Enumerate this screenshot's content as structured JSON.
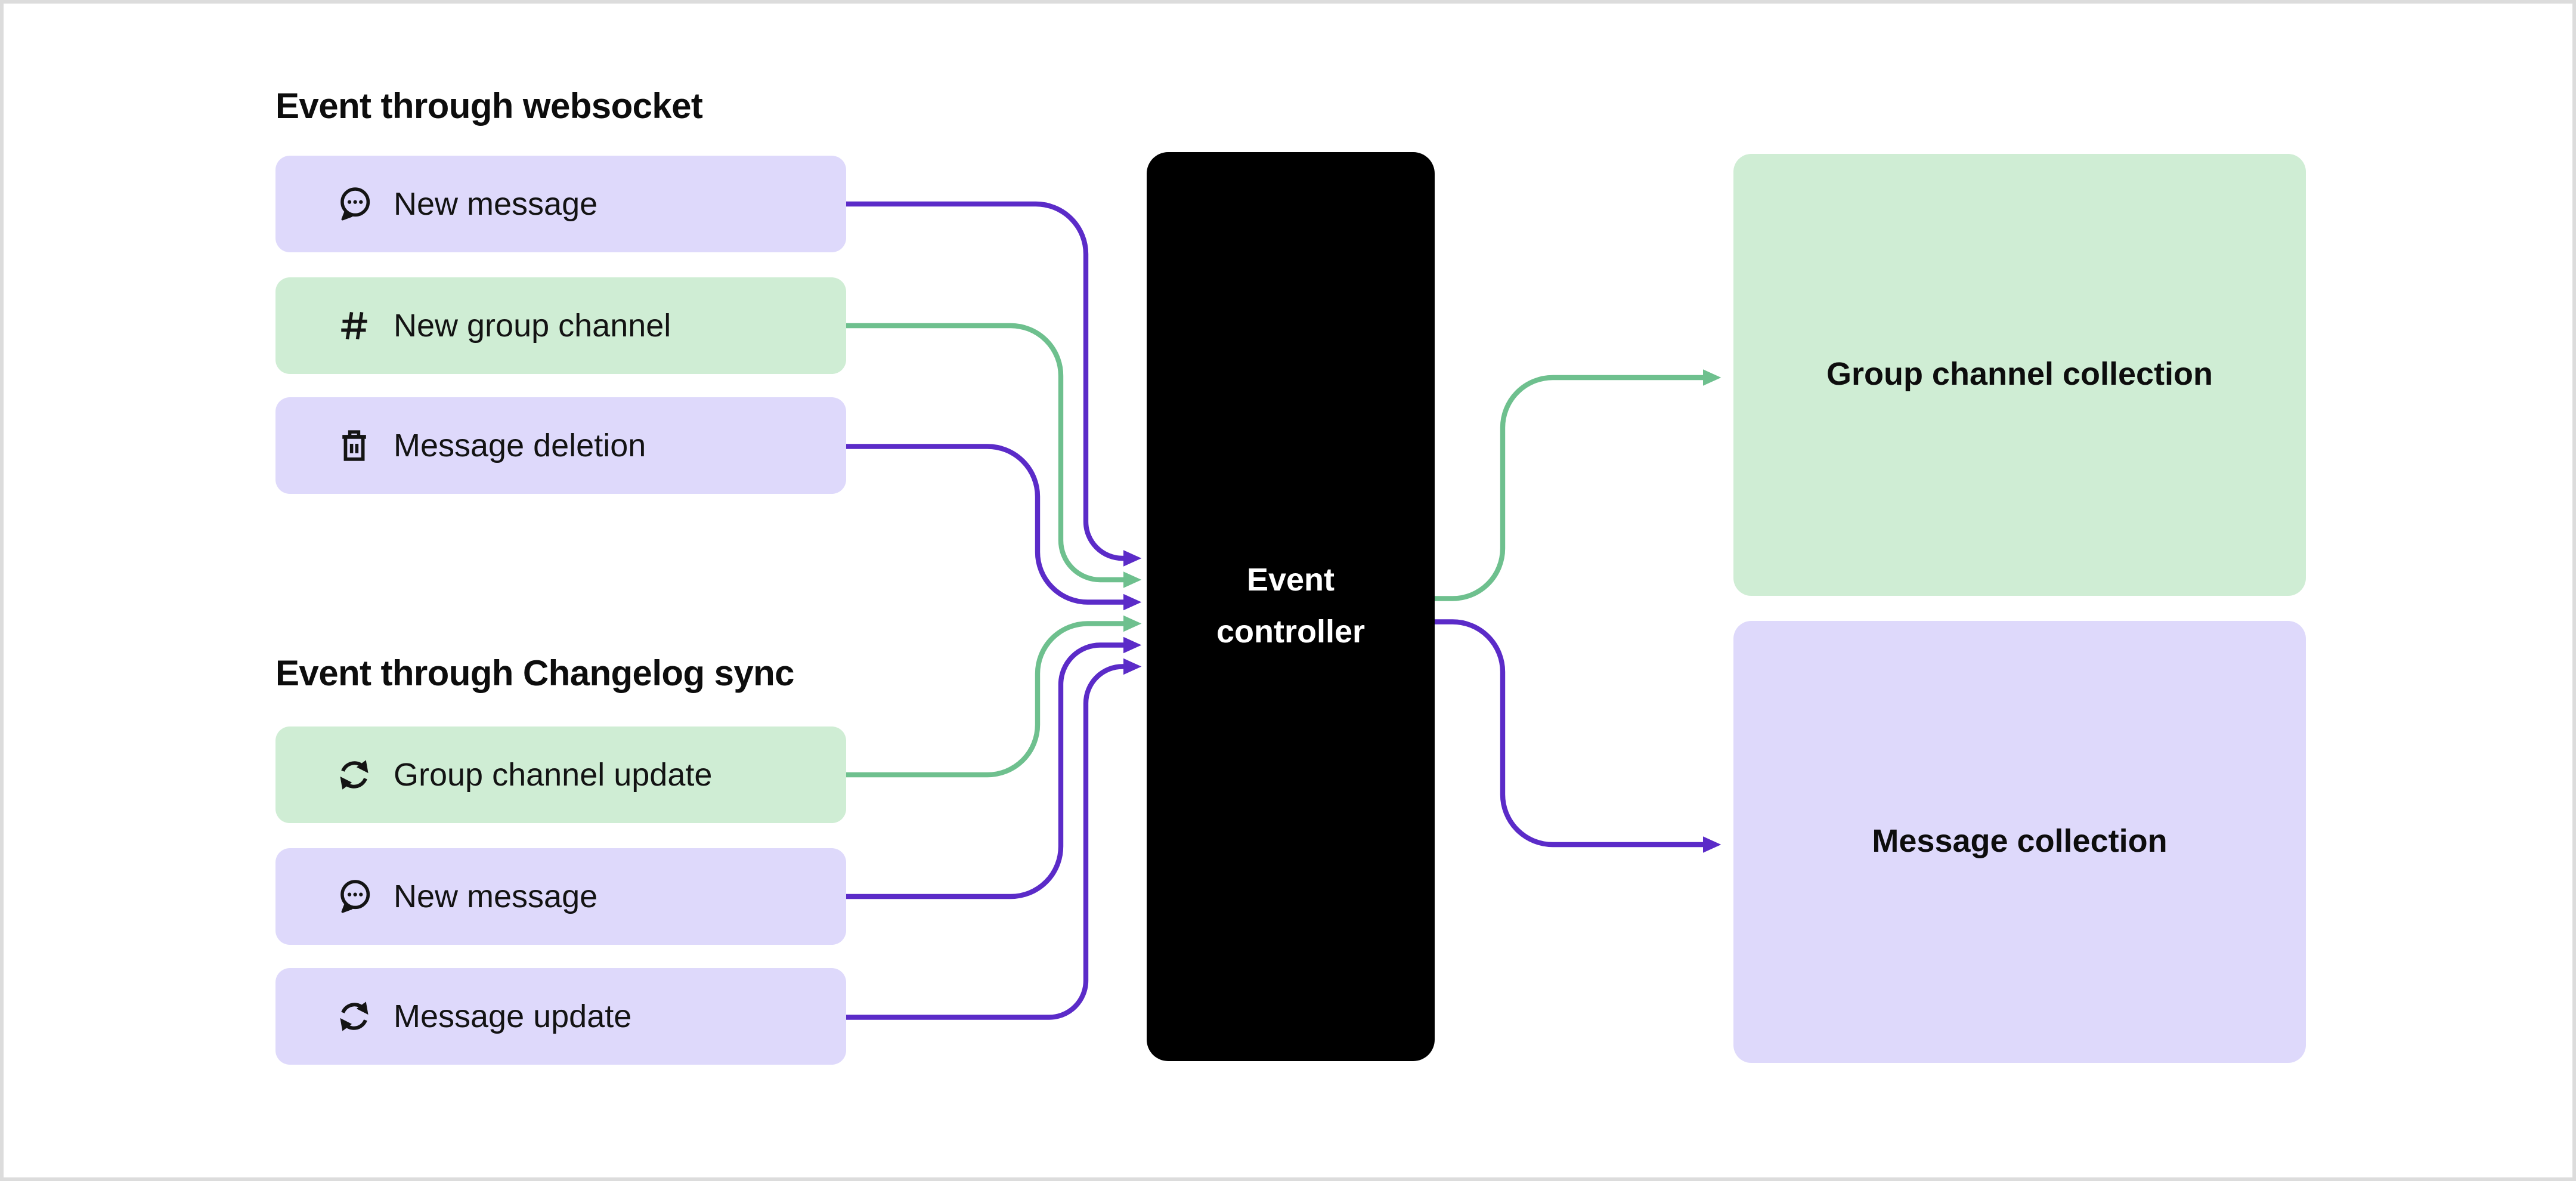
{
  "diagram": {
    "sections": [
      {
        "title": "Event through websocket",
        "items": [
          {
            "label": "New message",
            "icon": "message-bubble-icon",
            "color": "lavender"
          },
          {
            "label": "New group channel",
            "icon": "hash-icon",
            "color": "green"
          },
          {
            "label": "Message deletion",
            "icon": "trash-icon",
            "color": "lavender"
          }
        ]
      },
      {
        "title": "Event through Changelog sync",
        "items": [
          {
            "label": "Group channel update",
            "icon": "sync-icon",
            "color": "green"
          },
          {
            "label": "New message",
            "icon": "message-bubble-icon",
            "color": "lavender"
          },
          {
            "label": "Message update",
            "icon": "sync-icon",
            "color": "lavender"
          }
        ]
      }
    ],
    "controller": {
      "line1": "Event",
      "line2": "controller"
    },
    "collections": [
      {
        "label": "Group channel collection",
        "color": "green"
      },
      {
        "label": "Message collection",
        "color": "lavender"
      }
    ],
    "colors": {
      "lavender_fill": "#DED9FB",
      "green_fill": "#CFEDD4",
      "purple_line": "#5B2BC8",
      "green_line": "#6EC08E",
      "controller_bg": "#000000",
      "controller_text": "#FFFFFF",
      "label_text": "#131313",
      "canvas_border": "#DCDCDC"
    }
  }
}
